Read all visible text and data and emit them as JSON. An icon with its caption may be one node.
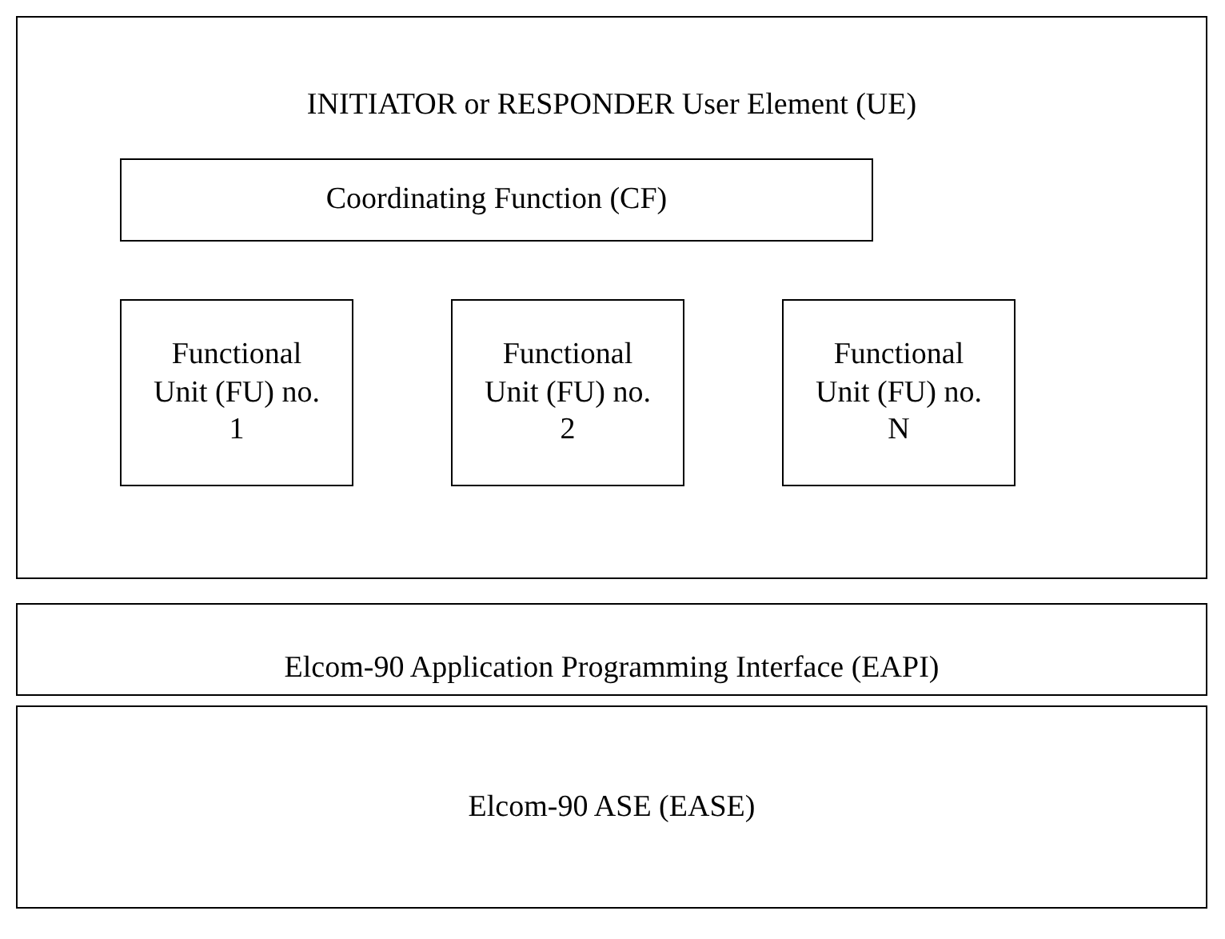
{
  "diagram": {
    "nodes": [
      {
        "text": [
          "INITIATOR or RESPONDER User Element (UE)"
        ]
      },
      {
        "text": [
          "Coordinating Function (CF)"
        ],
        "in": 0
      },
      {
        "text": [
          "Functional Unit (FU) no. 1"
        ],
        "in": 0
      },
      {
        "text": [
          "Functional Unit (FU) no. 2"
        ],
        "in": 0
      },
      {
        "text": [
          "Functional Unit (FU) no. N"
        ],
        "in": 0
      },
      {
        "text": [
          "Elcom-90 Application Programming Interface (EAPI)"
        ]
      },
      {
        "text": [
          "Elcom-90 ASE (EASE)"
        ]
      }
    ]
  }
}
